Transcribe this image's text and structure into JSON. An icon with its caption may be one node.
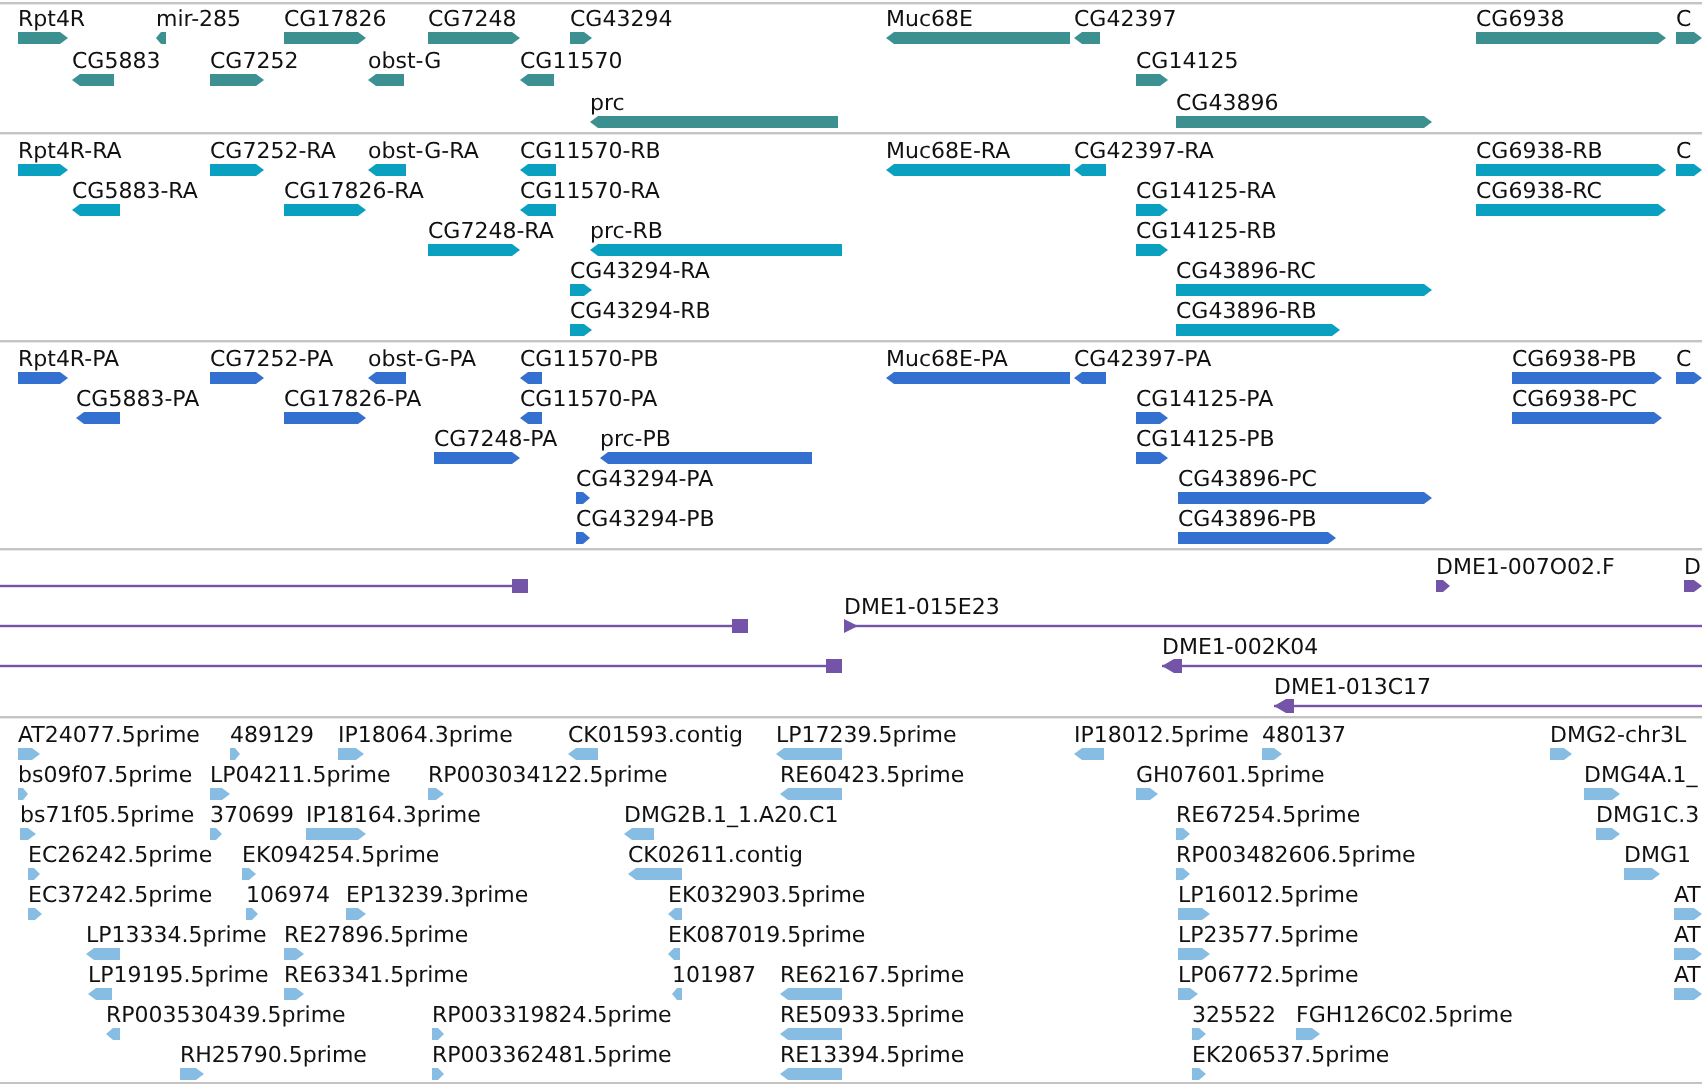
{
  "diagram": {
    "labels": [
      "Rpt4R",
      "mir-285",
      "CG17826",
      "CG7248",
      "CG43294",
      "Muc68E",
      "CG42397",
      "CG6938",
      "C",
      "CG5883",
      "CG7252",
      "obst-G",
      "CG11570",
      "CG14125",
      "prc",
      "CG43896",
      "Rpt4R-RA",
      "CG7252-RA",
      "obst-G-RA",
      "CG11570-RB",
      "Muc68E-RA",
      "CG42397-RA",
      "CG6938-RB",
      "C",
      "CG5883-RA",
      "CG17826-RA",
      "CG11570-RA",
      "CG14125-RA",
      "CG6938-RC",
      "CG7248-RA",
      "prc-RB",
      "CG14125-RB",
      "CG43294-RA",
      "CG43896-RC",
      "CG43294-RB",
      "CG43896-RB",
      "Rpt4R-PA",
      "CG7252-PA",
      "obst-G-PA",
      "CG11570-PB",
      "Muc68E-PA",
      "CG42397-PA",
      "CG6938-PB",
      "C",
      "CG5883-PA",
      "CG17826-PA",
      "CG11570-PA",
      "CG14125-PA",
      "CG6938-PC",
      "CG7248-PA",
      "prc-PB",
      "CG14125-PB",
      "CG43294-PA",
      "CG43896-PC",
      "CG43294-PB",
      "CG43896-PB",
      "DME1-007O02.F",
      "D",
      "DME1-015E23",
      "DME1-002K04",
      "DME1-013C17",
      "AT24077.5prime",
      "489129",
      "IP18064.3prime",
      "CK01593.contig",
      "LP17239.5prime",
      "IP18012.5prime",
      "480137",
      "DMG2-chr3L",
      "bs09f07.5prime",
      "LP04211.5prime",
      "RP003034122.5prime",
      "RE60423.5prime",
      "GH07601.5prime",
      "DMG4A.1_",
      "bs71f05.5prime",
      "370699",
      "IP18164.3prime",
      "DMG2B.1_1.A20.C1",
      "RE67254.5prime",
      "DMG1C.3",
      "EC26242.5prime",
      "EK094254.5prime",
      "CK02611.contig",
      "RP003482606.5prime",
      "DMG1",
      "EC37242.5prime",
      "106974",
      "EP13239.3prime",
      "EK032903.5prime",
      "LP16012.5prime",
      "AT",
      "LP13334.5prime",
      "RE27896.5prime",
      "EK087019.5prime",
      "LP23577.5prime",
      "AT",
      "LP19195.5prime",
      "RE63341.5prime",
      "101987",
      "RE62167.5prime",
      "LP06772.5prime",
      "AT",
      "RP003530439.5prime",
      "RP003319824.5prime",
      "RE50933.5prime",
      "325522",
      "FGH126C02.5prime",
      "RH25790.5prime",
      "RP003362481.5prime",
      "RE13394.5prime",
      "EK206537.5prime"
    ]
  }
}
